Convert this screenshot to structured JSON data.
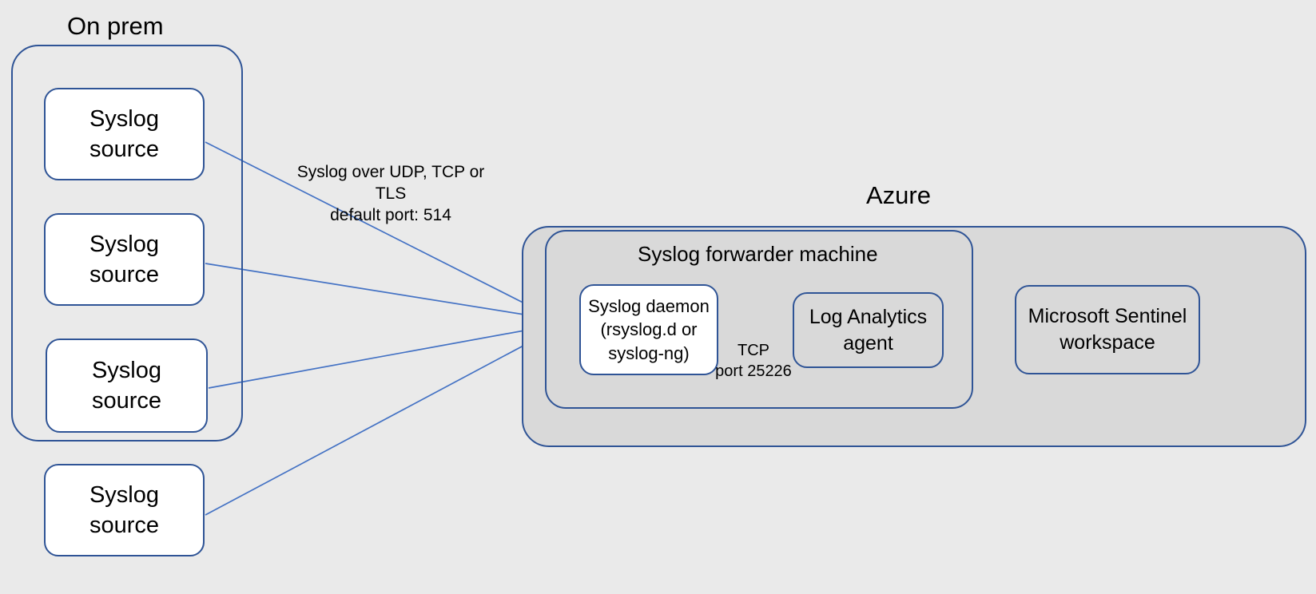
{
  "diagram": {
    "title_hidden": "Syslog data ingestion into Microsoft Sentinel",
    "background_color": "#eaeaea",
    "accent_border_color": "#2f5496",
    "arrow_color": "#4472c4",
    "group_fill_color": "#d9d9d9",
    "node_fill_white": "#ffffff"
  },
  "groups": {
    "on_prem": {
      "title": "On prem",
      "fill": "none"
    },
    "azure": {
      "title": "Azure",
      "fill": "#d9d9d9"
    },
    "forwarder": {
      "title": "Syslog forwarder machine",
      "fill": "#d9d9d9"
    }
  },
  "sources": [
    {
      "label": "Syslog\nsource"
    },
    {
      "label": "Syslog\nsource"
    },
    {
      "label": "Syslog\nsource"
    },
    {
      "label": "Syslog\nsource"
    }
  ],
  "nodes": {
    "syslog_daemon": {
      "label": "Syslog daemon\n(rsyslog.d or\nsyslog-ng)",
      "fill": "#ffffff"
    },
    "log_analytics_agent": {
      "label": "Log Analytics\nagent",
      "fill": "#d9d9d9"
    },
    "sentinel_workspace": {
      "label": "Microsoft Sentinel\nworkspace",
      "fill": "#d9d9d9"
    }
  },
  "edge_labels": {
    "ingest": "Syslog over UDP, TCP or TLS\ndefault port: 514",
    "tcp": "TCP\nport 25226"
  }
}
